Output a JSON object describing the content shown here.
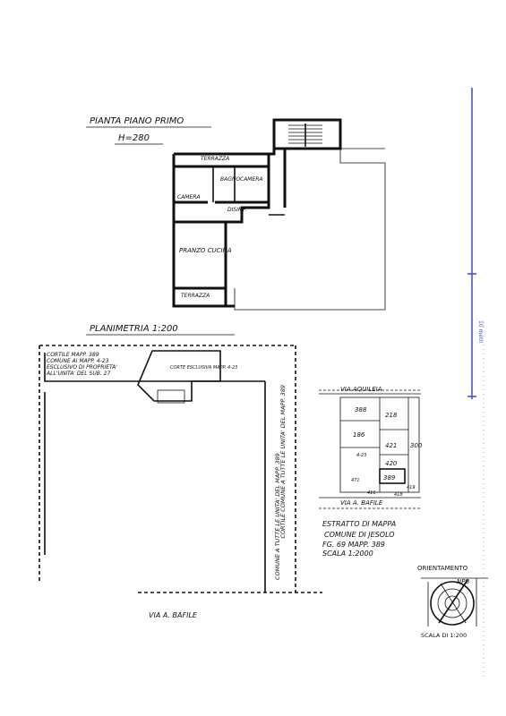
{
  "floor_plan": {
    "title": "PIANTA PIANO PRIMO",
    "height_note": "H=280",
    "rooms": {
      "terrace_top": "TERRAZZA",
      "bath": "BAGNO",
      "bedroom_left": "CAMERA",
      "bedroom_right": "CAMERA",
      "hall": "DISIMP.",
      "living": "PRANZO CUCINA",
      "terrace_bottom": "TERRAZZA"
    }
  },
  "site_plan": {
    "title": "PLANIMETRIA 1:200",
    "note_line1": "CORTILE MAPP. 389",
    "note_line2": "COMUNE AI MAPP. 4-23",
    "note_line3": "ESCLUSIVO DI PROPRIETA'",
    "note_line4": "ALL'UNITA' DEL SUB. 27",
    "inner_note": "CORTE ESCLUSIVA MAPP. 4-23",
    "side_note": "CORTILE COMUNE A TUTTE LE UNITA' DEL MAPP. 389",
    "side_note_bottom": "COMUNE A TUTTE LE UNITA' DEL MAPP. 389",
    "street": "VIA A. BAFILE"
  },
  "cadastral_extract": {
    "street_top": "VIA AQUILEIA",
    "street_bottom": "VIA A. BAFILE",
    "parcels": [
      "388",
      "218",
      "186",
      "421",
      "300",
      "420",
      "389",
      "4-23",
      "416",
      "471",
      "419",
      "418"
    ],
    "caption_line1": "ESTRATTO DI MAPPA",
    "caption_line2": "COMUNE DI JESOLO",
    "caption_line3": "FG. 69 MAPP. 389",
    "caption_line4": "SCALA 1:2000"
  },
  "scale_bar": {
    "label": "10 metri"
  },
  "orientation": {
    "label": "ORIENTAMENTO",
    "scale_label": "SCALA DI 1:200"
  }
}
